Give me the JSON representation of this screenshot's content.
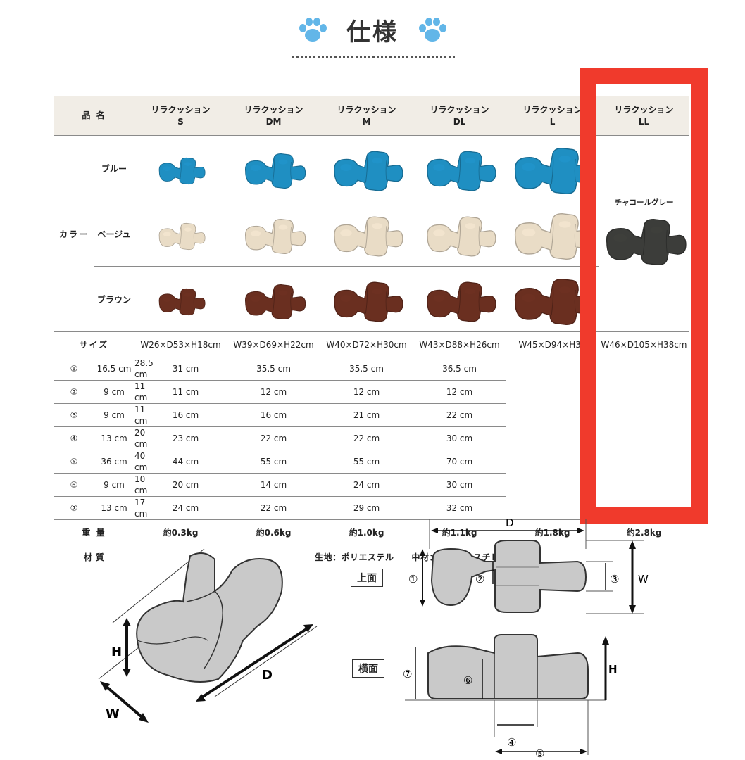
{
  "title": "仕様",
  "table": {
    "header_label": "品 名",
    "products": [
      {
        "name": "リラクッション",
        "size": "S"
      },
      {
        "name": "リラクッション",
        "size": "DM"
      },
      {
        "name": "リラクッション",
        "size": "M"
      },
      {
        "name": "リラクッション",
        "size": "DL"
      },
      {
        "name": "リラクッション",
        "size": "L"
      },
      {
        "name": "リラクッション",
        "size": "LL"
      }
    ],
    "color_label": "カラー",
    "colors": [
      {
        "name": "ブルー",
        "hex": "#1f8fc2"
      },
      {
        "name": "ベージュ",
        "hex": "#e9dcc6"
      },
      {
        "name": "ブラウン",
        "hex": "#6a2f20"
      }
    ],
    "ll_color": {
      "name": "チャコールグレー",
      "hex": "#3c3d3a"
    },
    "size_label": "サイズ",
    "dimensions": [
      "W26×D53×H18cm",
      "W39×D69×H22cm",
      "W40×D72×H30cm",
      "W43×D88×H26cm",
      "W45×D94×H35",
      "W46×D105×H38cm"
    ],
    "size_rows": [
      {
        "mark": "①",
        "values": [
          "16.5 cm",
          "28.5 cm",
          "31 cm",
          "35.5 cm",
          "35.5 cm",
          "36.5 cm"
        ]
      },
      {
        "mark": "②",
        "values": [
          "9 cm",
          "11 cm",
          "11 cm",
          "12 cm",
          "12 cm",
          "12 cm"
        ]
      },
      {
        "mark": "③",
        "values": [
          "9 cm",
          "11 cm",
          "16 cm",
          "16 cm",
          "21 cm",
          "22 cm"
        ]
      },
      {
        "mark": "④",
        "values": [
          "13 cm",
          "20 cm",
          "23 cm",
          "22 cm",
          "22 cm",
          "30 cm"
        ]
      },
      {
        "mark": "⑤",
        "values": [
          "36 cm",
          "40 cm",
          "44 cm",
          "55 cm",
          "55 cm",
          "70 cm"
        ]
      },
      {
        "mark": "⑥",
        "values": [
          "9 cm",
          "10 cm",
          "20 cm",
          "14 cm",
          "24 cm",
          "30 cm"
        ]
      },
      {
        "mark": "⑦",
        "values": [
          "13 cm",
          "17 cm",
          "24 cm",
          "22 cm",
          "29 cm",
          "32 cm"
        ]
      }
    ],
    "weight_label": "重 量",
    "weights": [
      "約0.3kg",
      "約0.6kg",
      "約1.0kg",
      "約1.1kg",
      "約1.8kg",
      "約2.8kg"
    ],
    "material_label": "材 質",
    "material": "生地：ポリエステル　　中材：発泡ポリスチレン"
  },
  "diagram": {
    "top_label": "上面",
    "side_label": "横面",
    "labels": {
      "h": "H",
      "w": "W",
      "d": "D",
      "m1": "①",
      "m2": "②",
      "m3": "③",
      "m4": "④",
      "m5": "⑤",
      "m6": "⑥",
      "m7": "⑦"
    }
  },
  "highlight_color": "#f03a2c"
}
